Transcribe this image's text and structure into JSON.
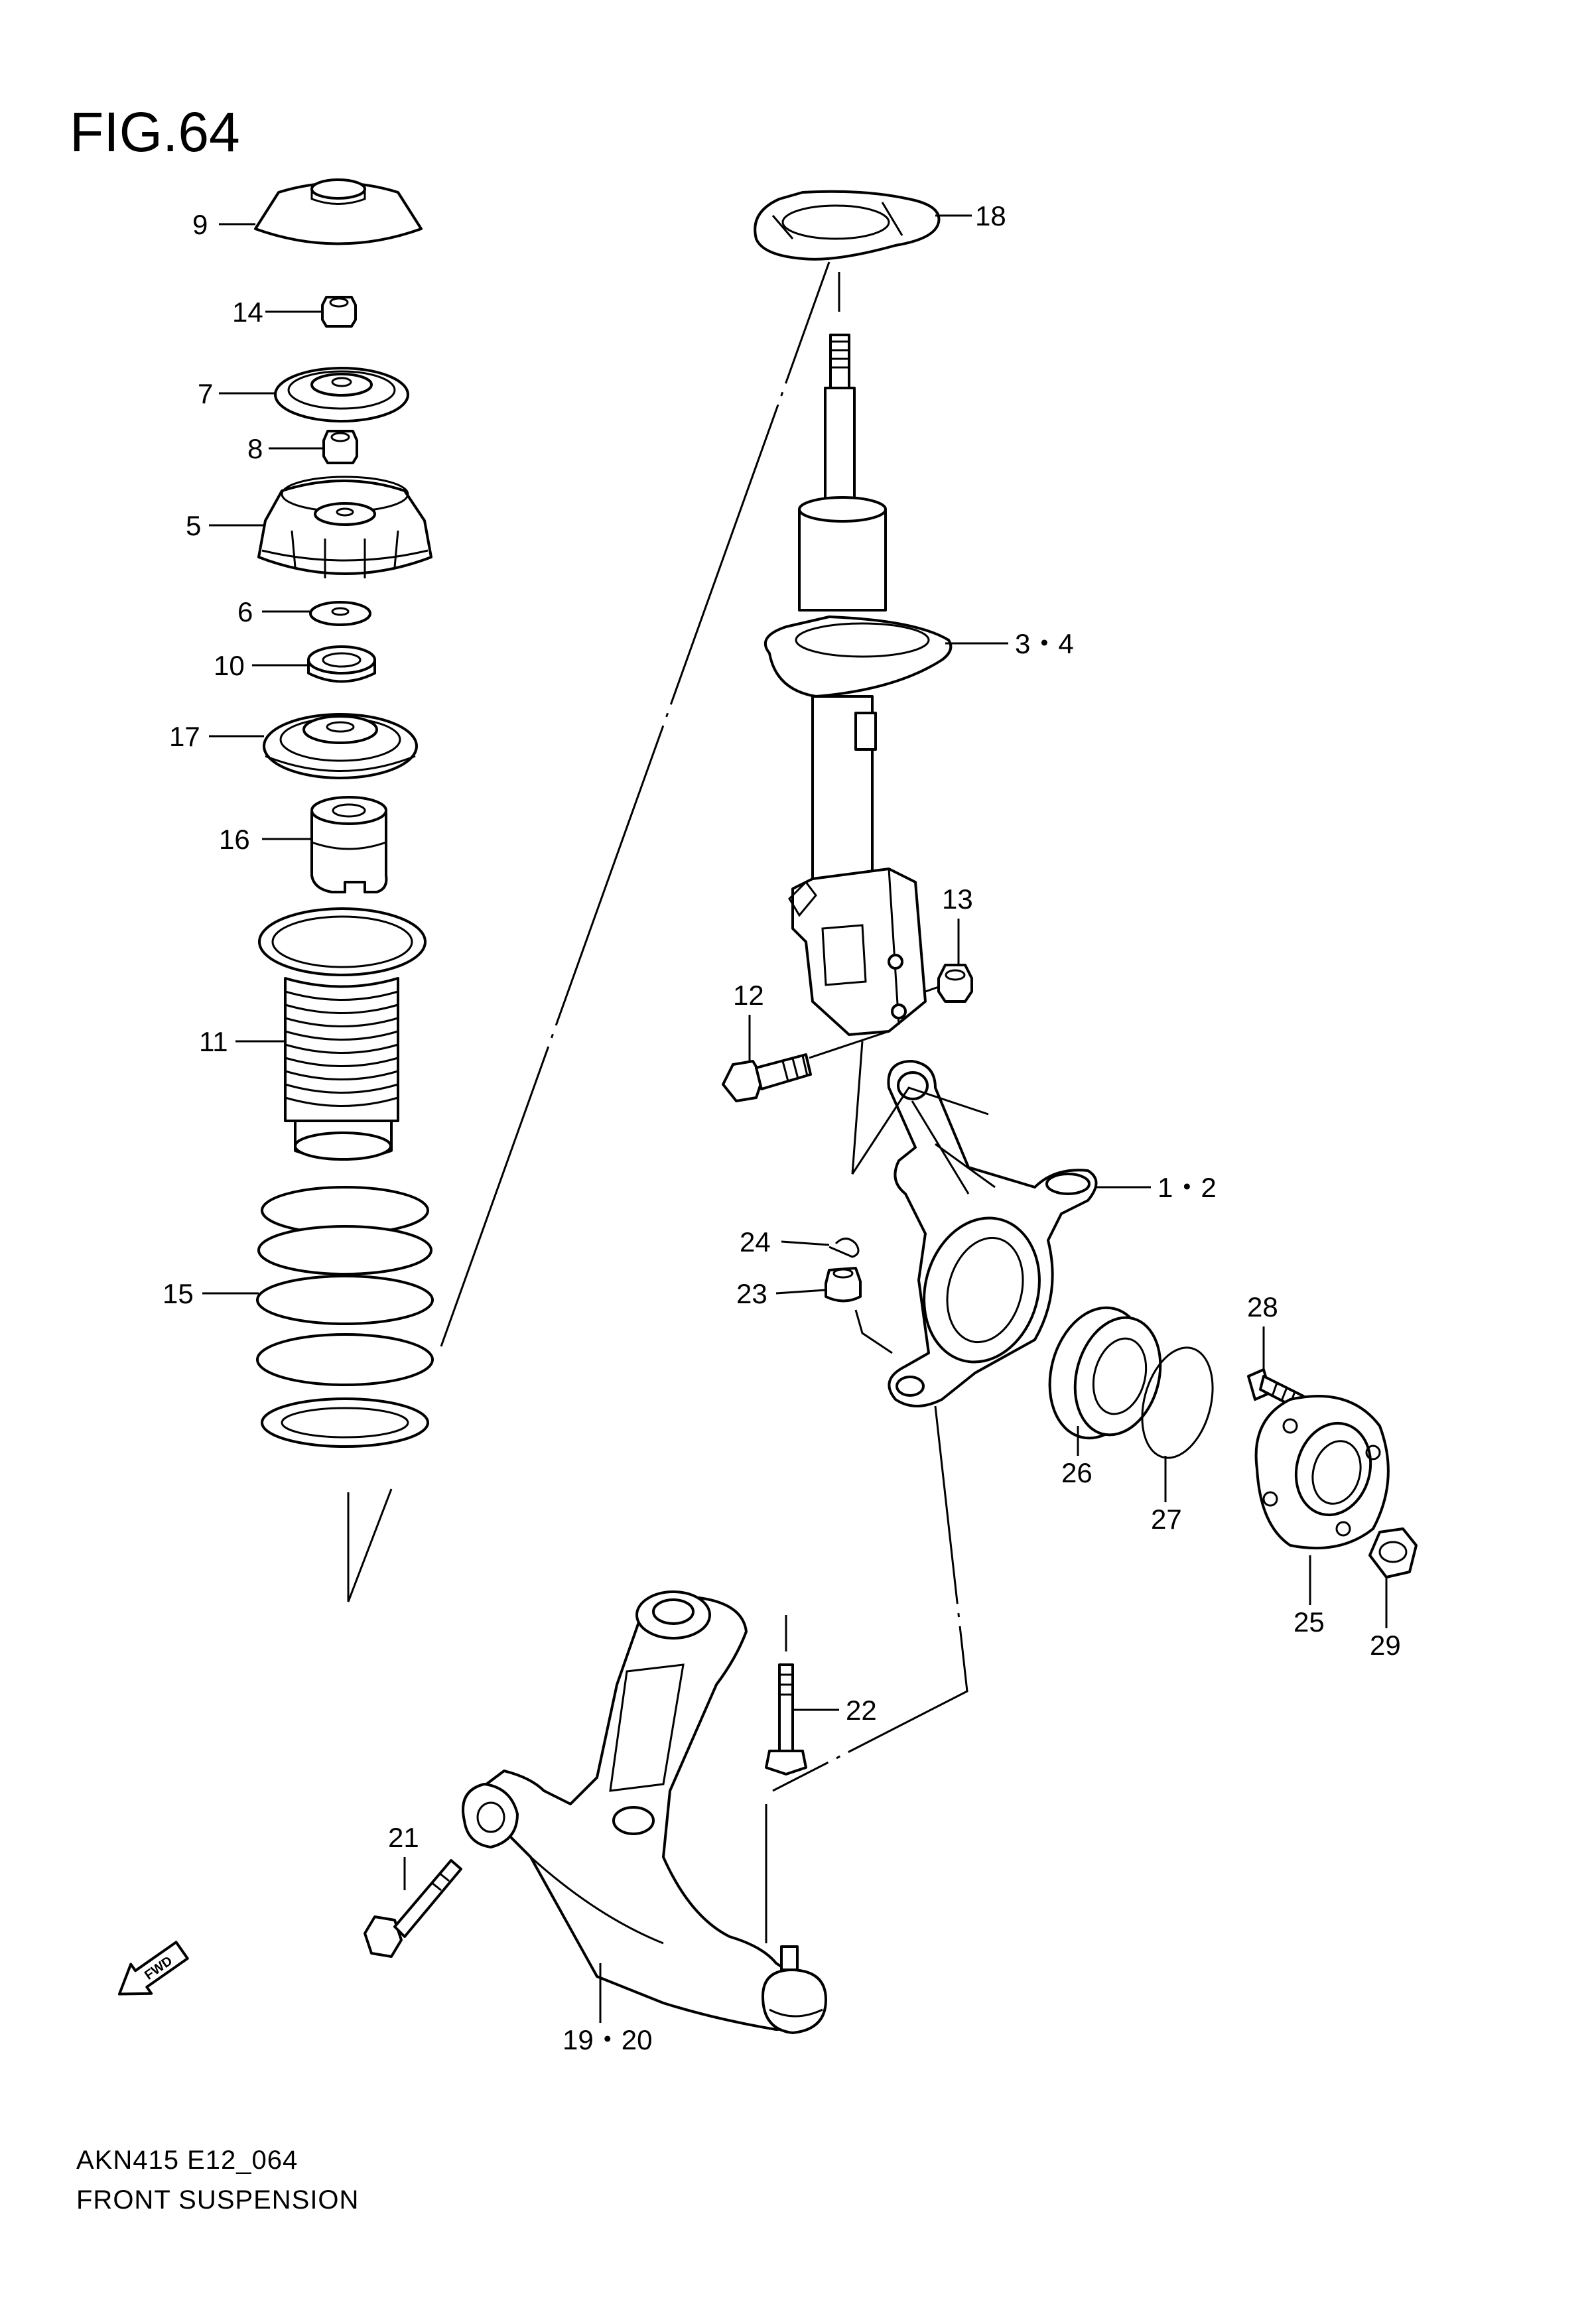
{
  "figure": {
    "title": "FIG.64",
    "code": "AKN415 E12_064",
    "name": "FRONT SUSPENSION",
    "fwd_label": "FWD"
  },
  "callouts": [
    {
      "id": "c9",
      "text": "9"
    },
    {
      "id": "c14",
      "text": "14"
    },
    {
      "id": "c7",
      "text": "7"
    },
    {
      "id": "c8",
      "text": "8"
    },
    {
      "id": "c5",
      "text": "5"
    },
    {
      "id": "c6",
      "text": "6"
    },
    {
      "id": "c10",
      "text": "10"
    },
    {
      "id": "c17",
      "text": "17"
    },
    {
      "id": "c16",
      "text": "16"
    },
    {
      "id": "c11",
      "text": "11"
    },
    {
      "id": "c15",
      "text": "15"
    },
    {
      "id": "c18",
      "text": "18"
    },
    {
      "id": "c34",
      "text": "3・4"
    },
    {
      "id": "c13",
      "text": "13"
    },
    {
      "id": "c12",
      "text": "12"
    },
    {
      "id": "c12b",
      "text": "1・2"
    },
    {
      "id": "c24",
      "text": "24"
    },
    {
      "id": "c23",
      "text": "23"
    },
    {
      "id": "c28",
      "text": "28"
    },
    {
      "id": "c26",
      "text": "26"
    },
    {
      "id": "c27",
      "text": "27"
    },
    {
      "id": "c25",
      "text": "25"
    },
    {
      "id": "c29",
      "text": "29"
    },
    {
      "id": "c22",
      "text": "22"
    },
    {
      "id": "c21",
      "text": "21"
    },
    {
      "id": "c1920",
      "text": "19・20"
    }
  ]
}
